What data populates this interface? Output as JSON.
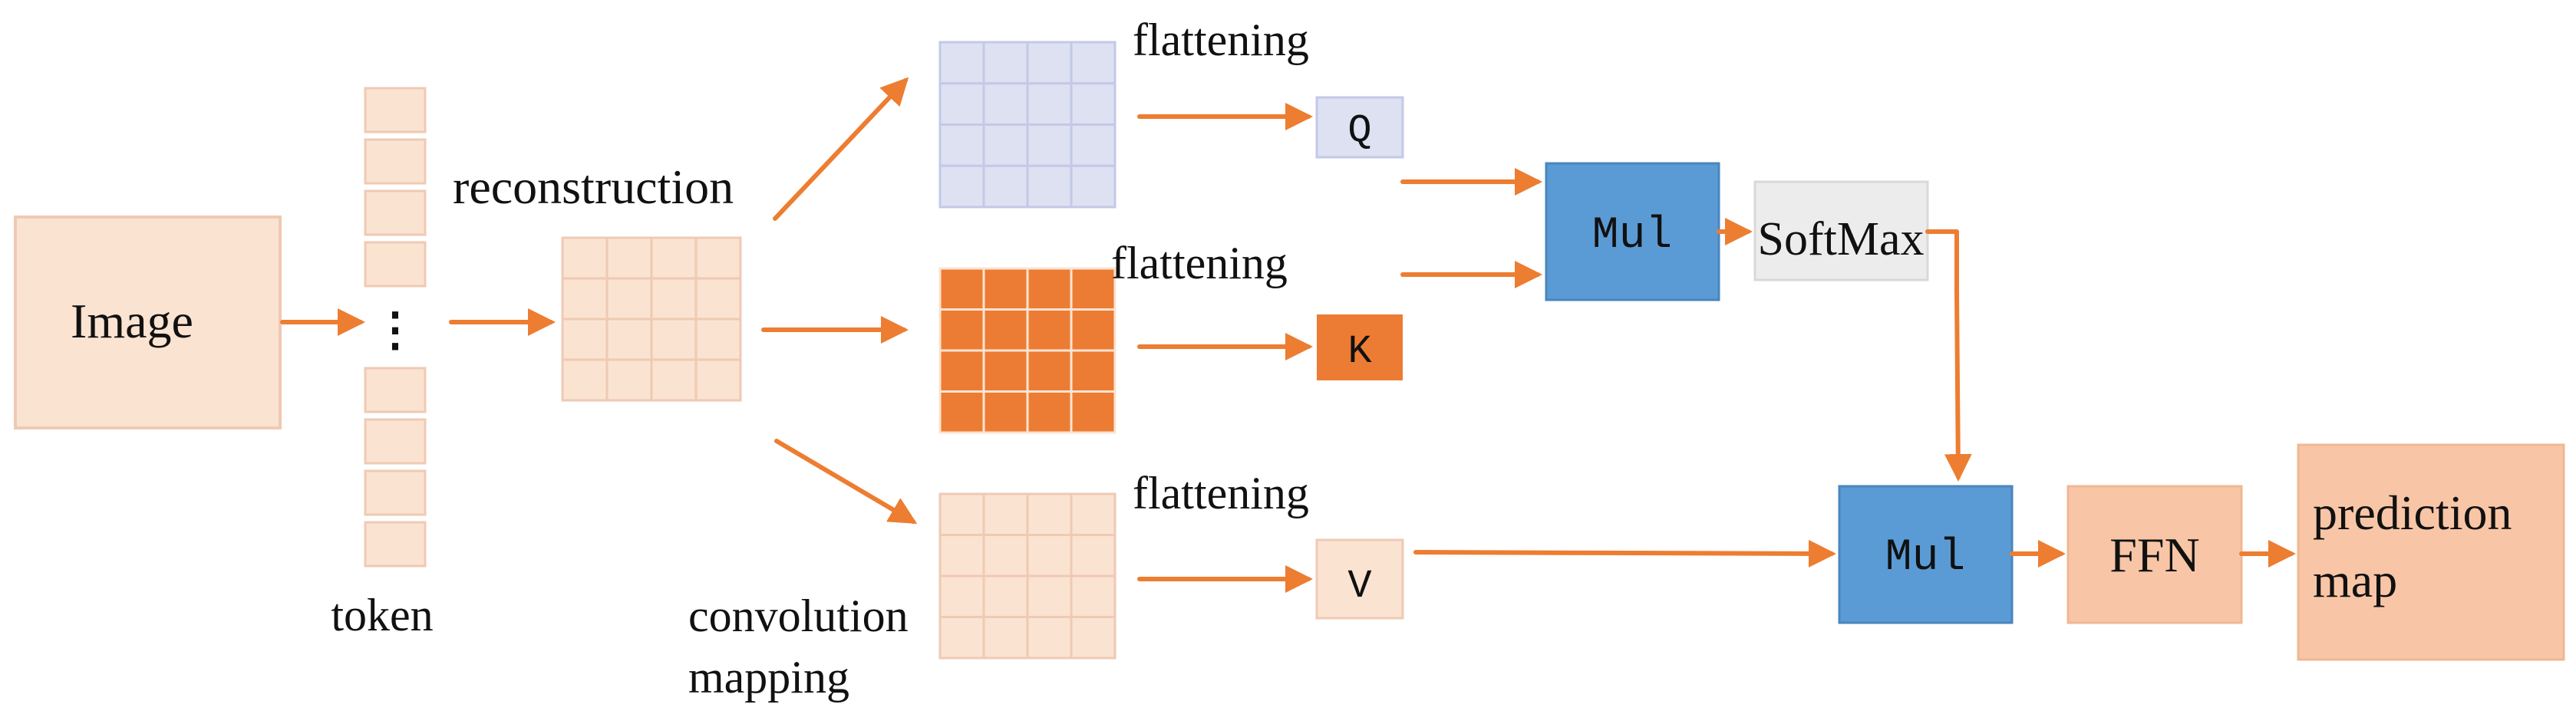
{
  "nodes": {
    "image": "Image",
    "token_ellipsis": "⋮",
    "q": "Q",
    "k": "K",
    "v": "V",
    "mul_top": "Mul",
    "softmax": "SoftMax",
    "mul_bottom": "Mul",
    "ffn": "FFN",
    "prediction_line1": "prediction",
    "prediction_line2": "map"
  },
  "labels": {
    "token": "token",
    "reconstruction": "reconstruction",
    "flattening_q": "flattening",
    "flattening_k": "flattening",
    "flattening_v": "flattening",
    "convolution_line1": "convolution",
    "convolution_line2": "mapping"
  },
  "colors": {
    "peach": "#fbe3d2",
    "peach_border": "#efcab3",
    "lavender": "#dde1f2",
    "lavender_border": "#c3c9e6",
    "orange": "#ec7c33",
    "blue": "#5b9bd5",
    "light_gray": "#ececec",
    "salmon": "#f8c6a6",
    "arrow": "#ed7d31",
    "grid_line": "#ffffff",
    "text": "#111111"
  }
}
